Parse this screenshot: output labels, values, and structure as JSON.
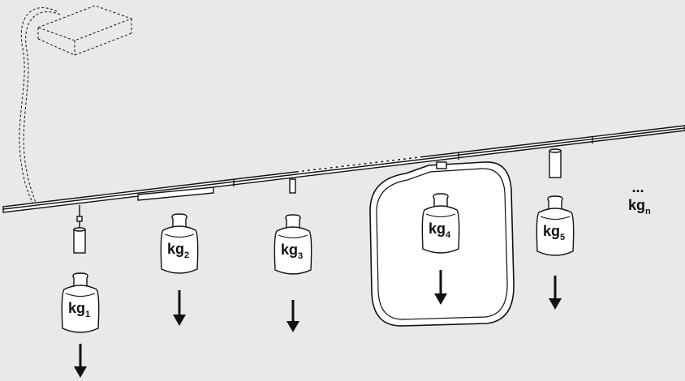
{
  "weights": [
    {
      "unit": "kg",
      "sub": "1"
    },
    {
      "unit": "kg",
      "sub": "2"
    },
    {
      "unit": "kg",
      "sub": "3"
    },
    {
      "unit": "kg",
      "sub": "4"
    },
    {
      "unit": "kg",
      "sub": "5"
    }
  ],
  "continuation": {
    "ellipsis": "...",
    "unit": "kg",
    "sub": "n"
  }
}
